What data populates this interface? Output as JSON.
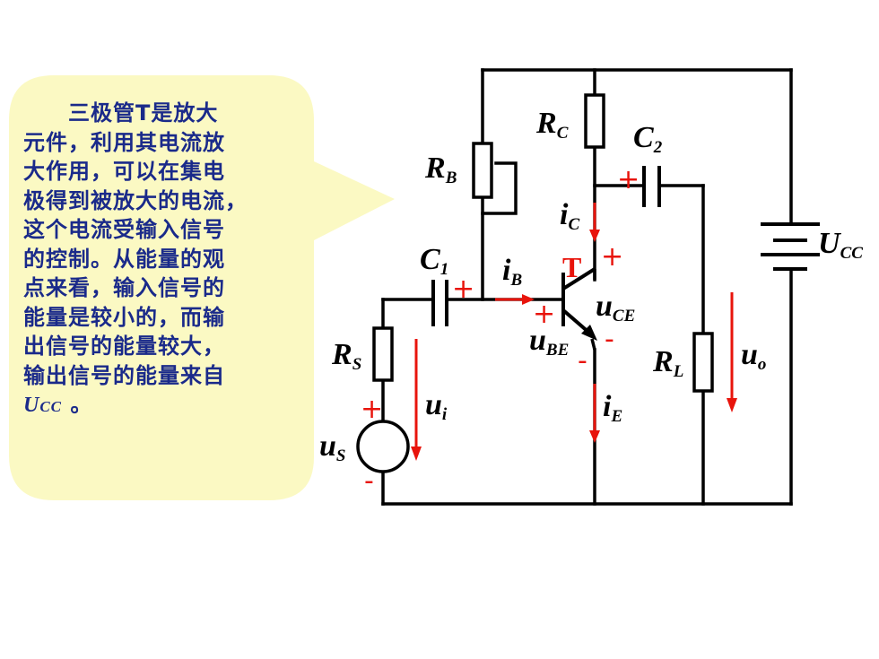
{
  "callout": {
    "lines": [
      "　　三极管T是放大",
      "元件，利用其电流放",
      "大作用，可以在集电",
      "极得到被放大的电流，",
      "这个电流受输入信号",
      "的控制。从能量的观",
      "点来看，输入信号的",
      "能量是较小的，而输",
      "出信号的能量较大，",
      "输出信号的能量来自"
    ],
    "last_main": "U",
    "last_sub": "CC",
    "last_tail": " 。",
    "bg_color": "#fbf9c3",
    "text_color": "#1a2a8a"
  },
  "circuit": {
    "RC": {
      "main": "R",
      "sub": "C"
    },
    "C2": {
      "main": "C",
      "sub": "2"
    },
    "RB": {
      "main": "R",
      "sub": "B"
    },
    "iC": {
      "main": "i",
      "sub": "C"
    },
    "UCC": {
      "main": "U",
      "sub": "CC"
    },
    "C1": {
      "main": "C",
      "sub": "1"
    },
    "iB": {
      "main": "i",
      "sub": "B"
    },
    "T": "T",
    "uCE": {
      "main": "u",
      "sub": "CE"
    },
    "uBE": {
      "main": "u",
      "sub": "BE"
    },
    "RS": {
      "main": "R",
      "sub": "S"
    },
    "RL": {
      "main": "R",
      "sub": "L"
    },
    "uo": {
      "main": "u",
      "sub": "o"
    },
    "ui": {
      "main": "u",
      "sub": "i"
    },
    "iE": {
      "main": "i",
      "sub": "E"
    },
    "uS": {
      "main": "u",
      "sub": "S"
    },
    "plus": "+",
    "minus": "-",
    "wire_color": "#000000",
    "annotation_color": "#e8140c"
  }
}
